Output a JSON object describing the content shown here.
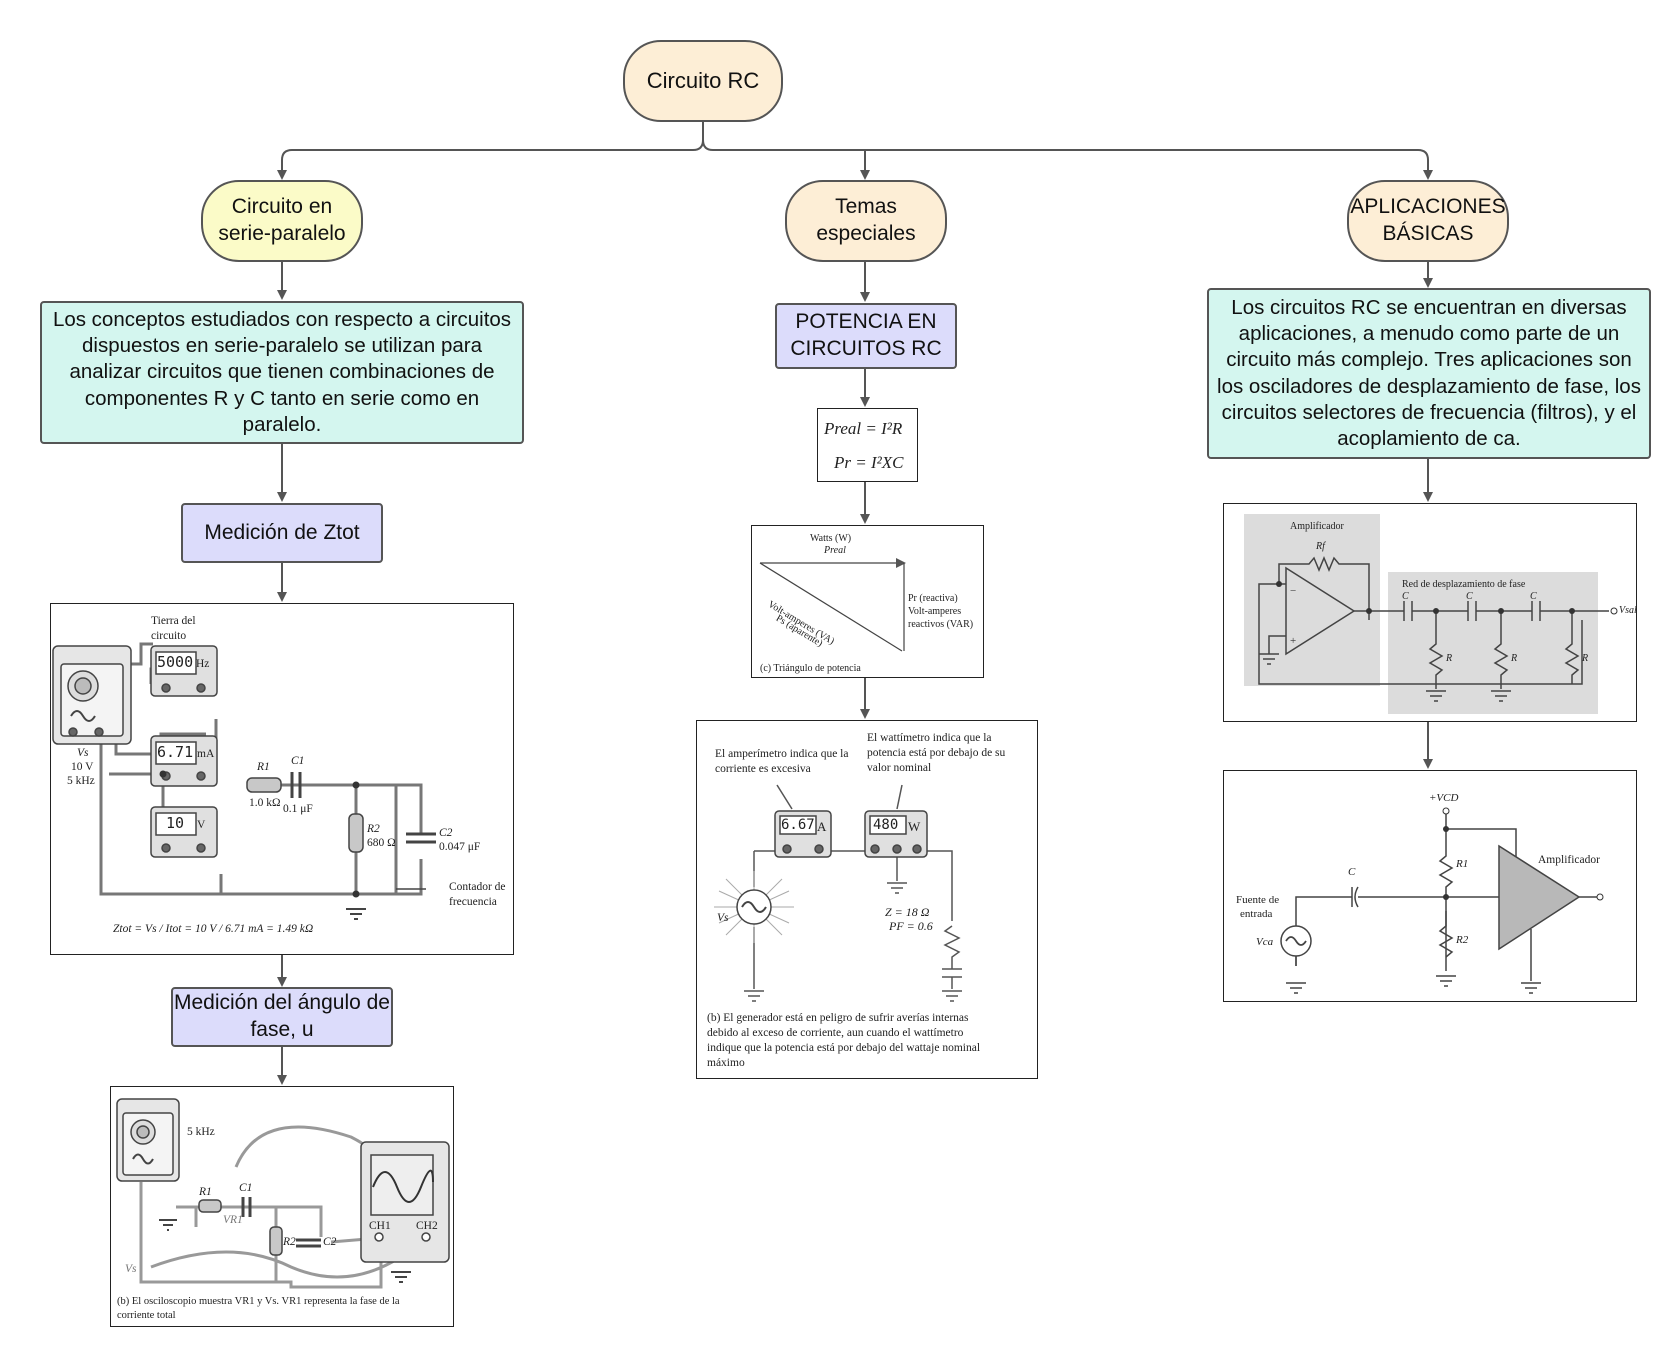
{
  "title": "Circuito RC",
  "branches": {
    "left": {
      "title_line1": "Circuito en",
      "title_line2": "serie-paralelo",
      "description": "Los conceptos estudiados con respecto a circuitos dispuestos en serie-paralelo se utilizan para analizar circuitos que tienen combinaciones de componentes R y C tanto en serie como en paralelo.",
      "step1": "Medición de Ztot",
      "fig1": {
        "ground_label": "Tierra del circuito",
        "freq_display": "5000",
        "freq_unit": "Hz",
        "current_display": "6.71",
        "current_unit": "mA",
        "voltage_display": "10",
        "voltage_unit": "V",
        "source_vs": "Vs",
        "source_v": "10 V",
        "source_f": "5 kHz",
        "r1": "R1",
        "r1_val": "1.0 kΩ",
        "c1": "C1",
        "c1_val": "0.1 μF",
        "r2": "R2",
        "r2_val": "680 Ω",
        "c2": "C2",
        "c2_val": "0.047 μF",
        "counter_label": "Contador de frecuencia",
        "formula": "Ztot = Vs / Itot = 10 V / 6.71 mA = 1.49 kΩ"
      },
      "step2": "Medición del ángulo de fase, u",
      "fig2": {
        "freq": "5 kHz",
        "r1": "R1",
        "c1": "C1",
        "vr1": "VR1",
        "r2": "R2",
        "c2": "C2",
        "vs": "Vs",
        "ch1": "CH1",
        "ch2": "CH2",
        "caption": "(b) El osciloscopio muestra VR1 y Vs. VR1 representa la fase de la corriente total"
      }
    },
    "center": {
      "title_line1": "Temas",
      "title_line2": "especiales",
      "step1_line1": "POTENCIA EN",
      "step1_line2": "CIRCUITOS RC",
      "formula1": "Preal = I²R",
      "formula2": "Pr = I²XC",
      "triangle": {
        "top_label1": "Watts (W)",
        "top_label2": "Preal",
        "hyp_label1": "Ps (aparente)",
        "hyp_label2": "Volt-amperes (VA)",
        "side_label1": "Pr (reactiva)",
        "side_label2": "Volt-amperes",
        "side_label3": "reactivos (VAR)",
        "caption": "(c) Triángulo de potencia"
      },
      "wattmeter": {
        "amp_note": "El amperímetro indica que la corriente es excesiva",
        "watt_note": "El wattímetro indica que la potencia está por debajo de su valor nominal",
        "amp_display": "6.67",
        "amp_unit": "A",
        "watt_display": "480",
        "watt_unit": "W",
        "vs": "Vs",
        "z": "Z = 18 Ω",
        "pf": "PF = 0.6",
        "caption": "(b) El generador está en peligro de sufrir averías internas debido al exceso de corriente, aun cuando el wattímetro indique que la potencia está por debajo del wattaje nominal máximo"
      }
    },
    "right": {
      "title_line1": "APLICACIONES",
      "title_line2": "BÁSICAS",
      "description": "Los circuitos RC se encuentran en diversas aplicaciones, a menudo como parte de un circuito más complejo. Tres aplicaciones son los osciladores de desplazamiento de fase, los circuitos selectores de frecuencia (filtros), y el acoplamiento de ca.",
      "oscillator": {
        "amp_label": "Amplificador",
        "rf": "Rf",
        "network_label": "Red de desplazamiento de fase",
        "c": "C",
        "r": "R",
        "vsal": "Vsal"
      },
      "coupling": {
        "vcd": "+VCD",
        "c": "C",
        "r1": "R1",
        "r2": "R2",
        "amp_label": "Amplificador",
        "source_label1": "Fuente de",
        "source_label2": "entrada",
        "vca": "Vca"
      }
    }
  },
  "colors": {
    "root": "#fdeed6",
    "yellow": "#fbfbc8",
    "peach": "#fdeed6",
    "mint": "#d4f6ef",
    "lavender": "#dcdcfb",
    "border": "#555555"
  }
}
